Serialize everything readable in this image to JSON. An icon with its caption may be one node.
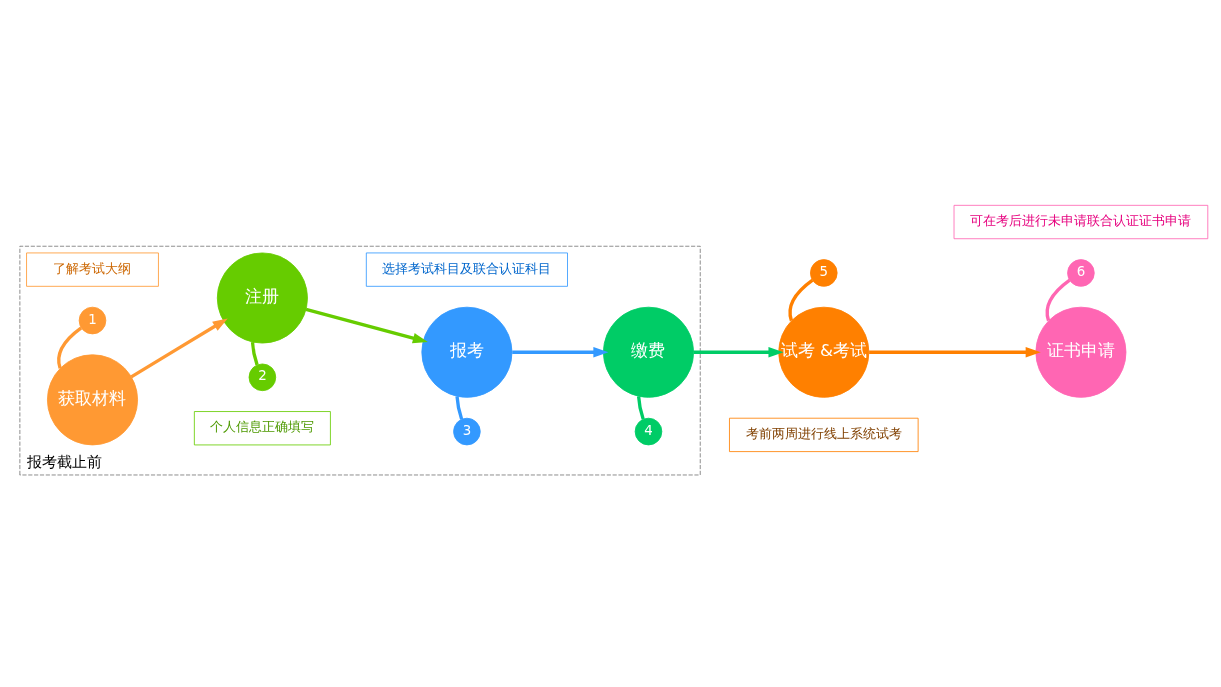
{
  "diagram": {
    "nodes": [
      {
        "text": [
          "报考截止前"
        ]
      },
      {
        "text": [
          "了解考试大纲"
        ],
        "in": 0
      },
      {
        "text": [
          "1"
        ],
        "in": 0
      },
      {
        "text": [
          "获取材料"
        ],
        "in": 0
      },
      {
        "text": [
          "注册"
        ],
        "in": 0
      },
      {
        "text": [
          "2"
        ],
        "in": 0
      },
      {
        "text": [
          "个人信息正确填写"
        ],
        "in": 0
      },
      {
        "text": [
          "选择考试科目及联合认证科目"
        ],
        "in": 0
      },
      {
        "text": [
          "3"
        ],
        "in": 0
      },
      {
        "text": [
          "报考"
        ],
        "in": 0
      },
      {
        "text": [
          "缴费"
        ],
        "in": 0
      },
      {
        "text": [
          "4"
        ],
        "in": 0
      },
      {
        "text": [
          "考前两周进行线上系统试考"
        ]
      },
      {
        "text": [
          "5"
        ]
      },
      {
        "text": [
          "试考 &考试"
        ]
      },
      {
        "text": [
          "证书申请"
        ]
      },
      {
        "text": [
          "6"
        ]
      },
      {
        "text": [
          "可在考后进行未申请联合认证证书申请"
        ]
      }
    ],
    "edges": [
      {
        "from": 3,
        "to": 4,
        "arrow": "to",
        "color": "#ff9933"
      },
      {
        "from": 4,
        "to": 9,
        "arrow": "to",
        "color": "#66cc00"
      },
      {
        "from": 9,
        "to": 10,
        "arrow": "to",
        "color": "#3399ff"
      },
      {
        "from": 10,
        "to": 14,
        "arrow": "to",
        "color": "#00cc66"
      },
      {
        "from": 14,
        "to": 15,
        "arrow": "to",
        "color": "#ff8000"
      },
      {
        "from": 2,
        "to": 3,
        "arrow": "none",
        "color": "#ff9933"
      },
      {
        "from": 5,
        "to": 4,
        "arrow": "none",
        "color": "#66cc00"
      },
      {
        "from": 8,
        "to": 9,
        "arrow": "none",
        "color": "#3399ff"
      },
      {
        "from": 11,
        "to": 10,
        "arrow": "none",
        "color": "#00cc66"
      },
      {
        "from": 13,
        "to": 14,
        "arrow": "none",
        "color": "#ff8000"
      },
      {
        "from": 16,
        "to": 15,
        "arrow": "none",
        "color": "#ff66b3"
      }
    ]
  }
}
